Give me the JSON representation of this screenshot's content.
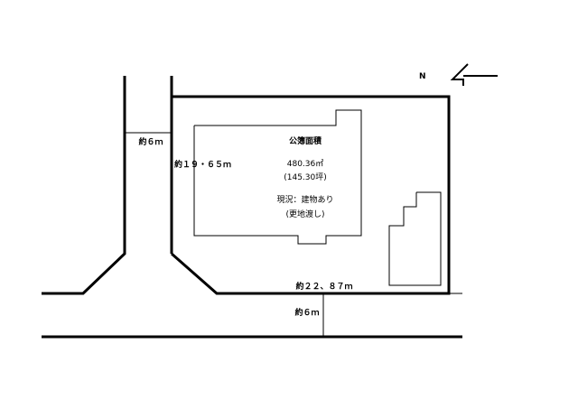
{
  "site_plan": {
    "north_marker": {
      "letter": "N",
      "icon": "north-arrow-icon"
    },
    "labels": {
      "road_left_width": "約６ｍ",
      "road_bottom_width": "約６ｍ",
      "side_length_left": "約１９・６５ｍ",
      "side_length_bottom": "約２２、８７ｍ"
    },
    "lot_info": {
      "title": "公簿面積",
      "area_sqm": "480.36㎡",
      "area_tsubo": "(145.30坪)",
      "status": "現況：建物あり",
      "condition": "(更地渡し)"
    }
  }
}
